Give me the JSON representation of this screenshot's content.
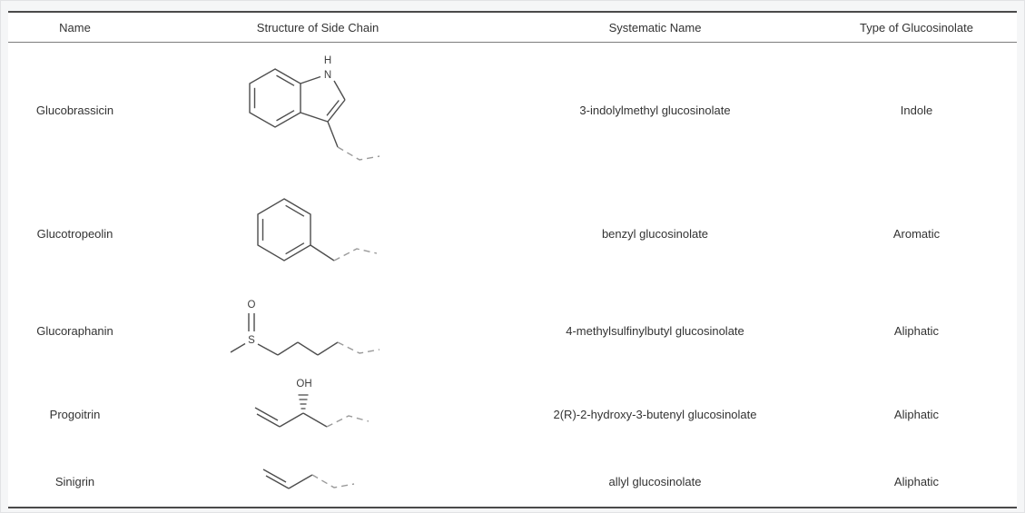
{
  "table": {
    "headers": [
      "Name",
      "Structure of Side Chain",
      "Systematic Name",
      "Type of Glucosinolate"
    ],
    "rows": [
      {
        "name": "Glucobrassicin",
        "structure_icon": "indol-3-ylmethyl-structure",
        "atoms": {
          "n": "N",
          "h": "H"
        },
        "systematic": "3-indolylmethyl glucosinolate",
        "type": "Indole"
      },
      {
        "name": "Glucotropeolin",
        "structure_icon": "benzyl-structure",
        "systematic": "benzyl glucosinolate",
        "type": "Aromatic"
      },
      {
        "name": "Glucoraphanin",
        "structure_icon": "4-methylsulfinylbutyl-structure",
        "atoms": {
          "s": "S",
          "o": "O"
        },
        "systematic": "4-methylsulfinylbutyl glucosinolate",
        "type": "Aliphatic"
      },
      {
        "name": "Progoitrin",
        "structure_icon": "2R-2-hydroxy-3-butenyl-structure",
        "atoms": {
          "oh": "OH"
        },
        "systematic": "2(R)-2-hydroxy-3-butenyl glucosinolate",
        "type": "Aliphatic"
      },
      {
        "name": "Sinigrin",
        "structure_icon": "allyl-structure",
        "systematic": "allyl glucosinolate",
        "type": "Aliphatic"
      }
    ]
  }
}
